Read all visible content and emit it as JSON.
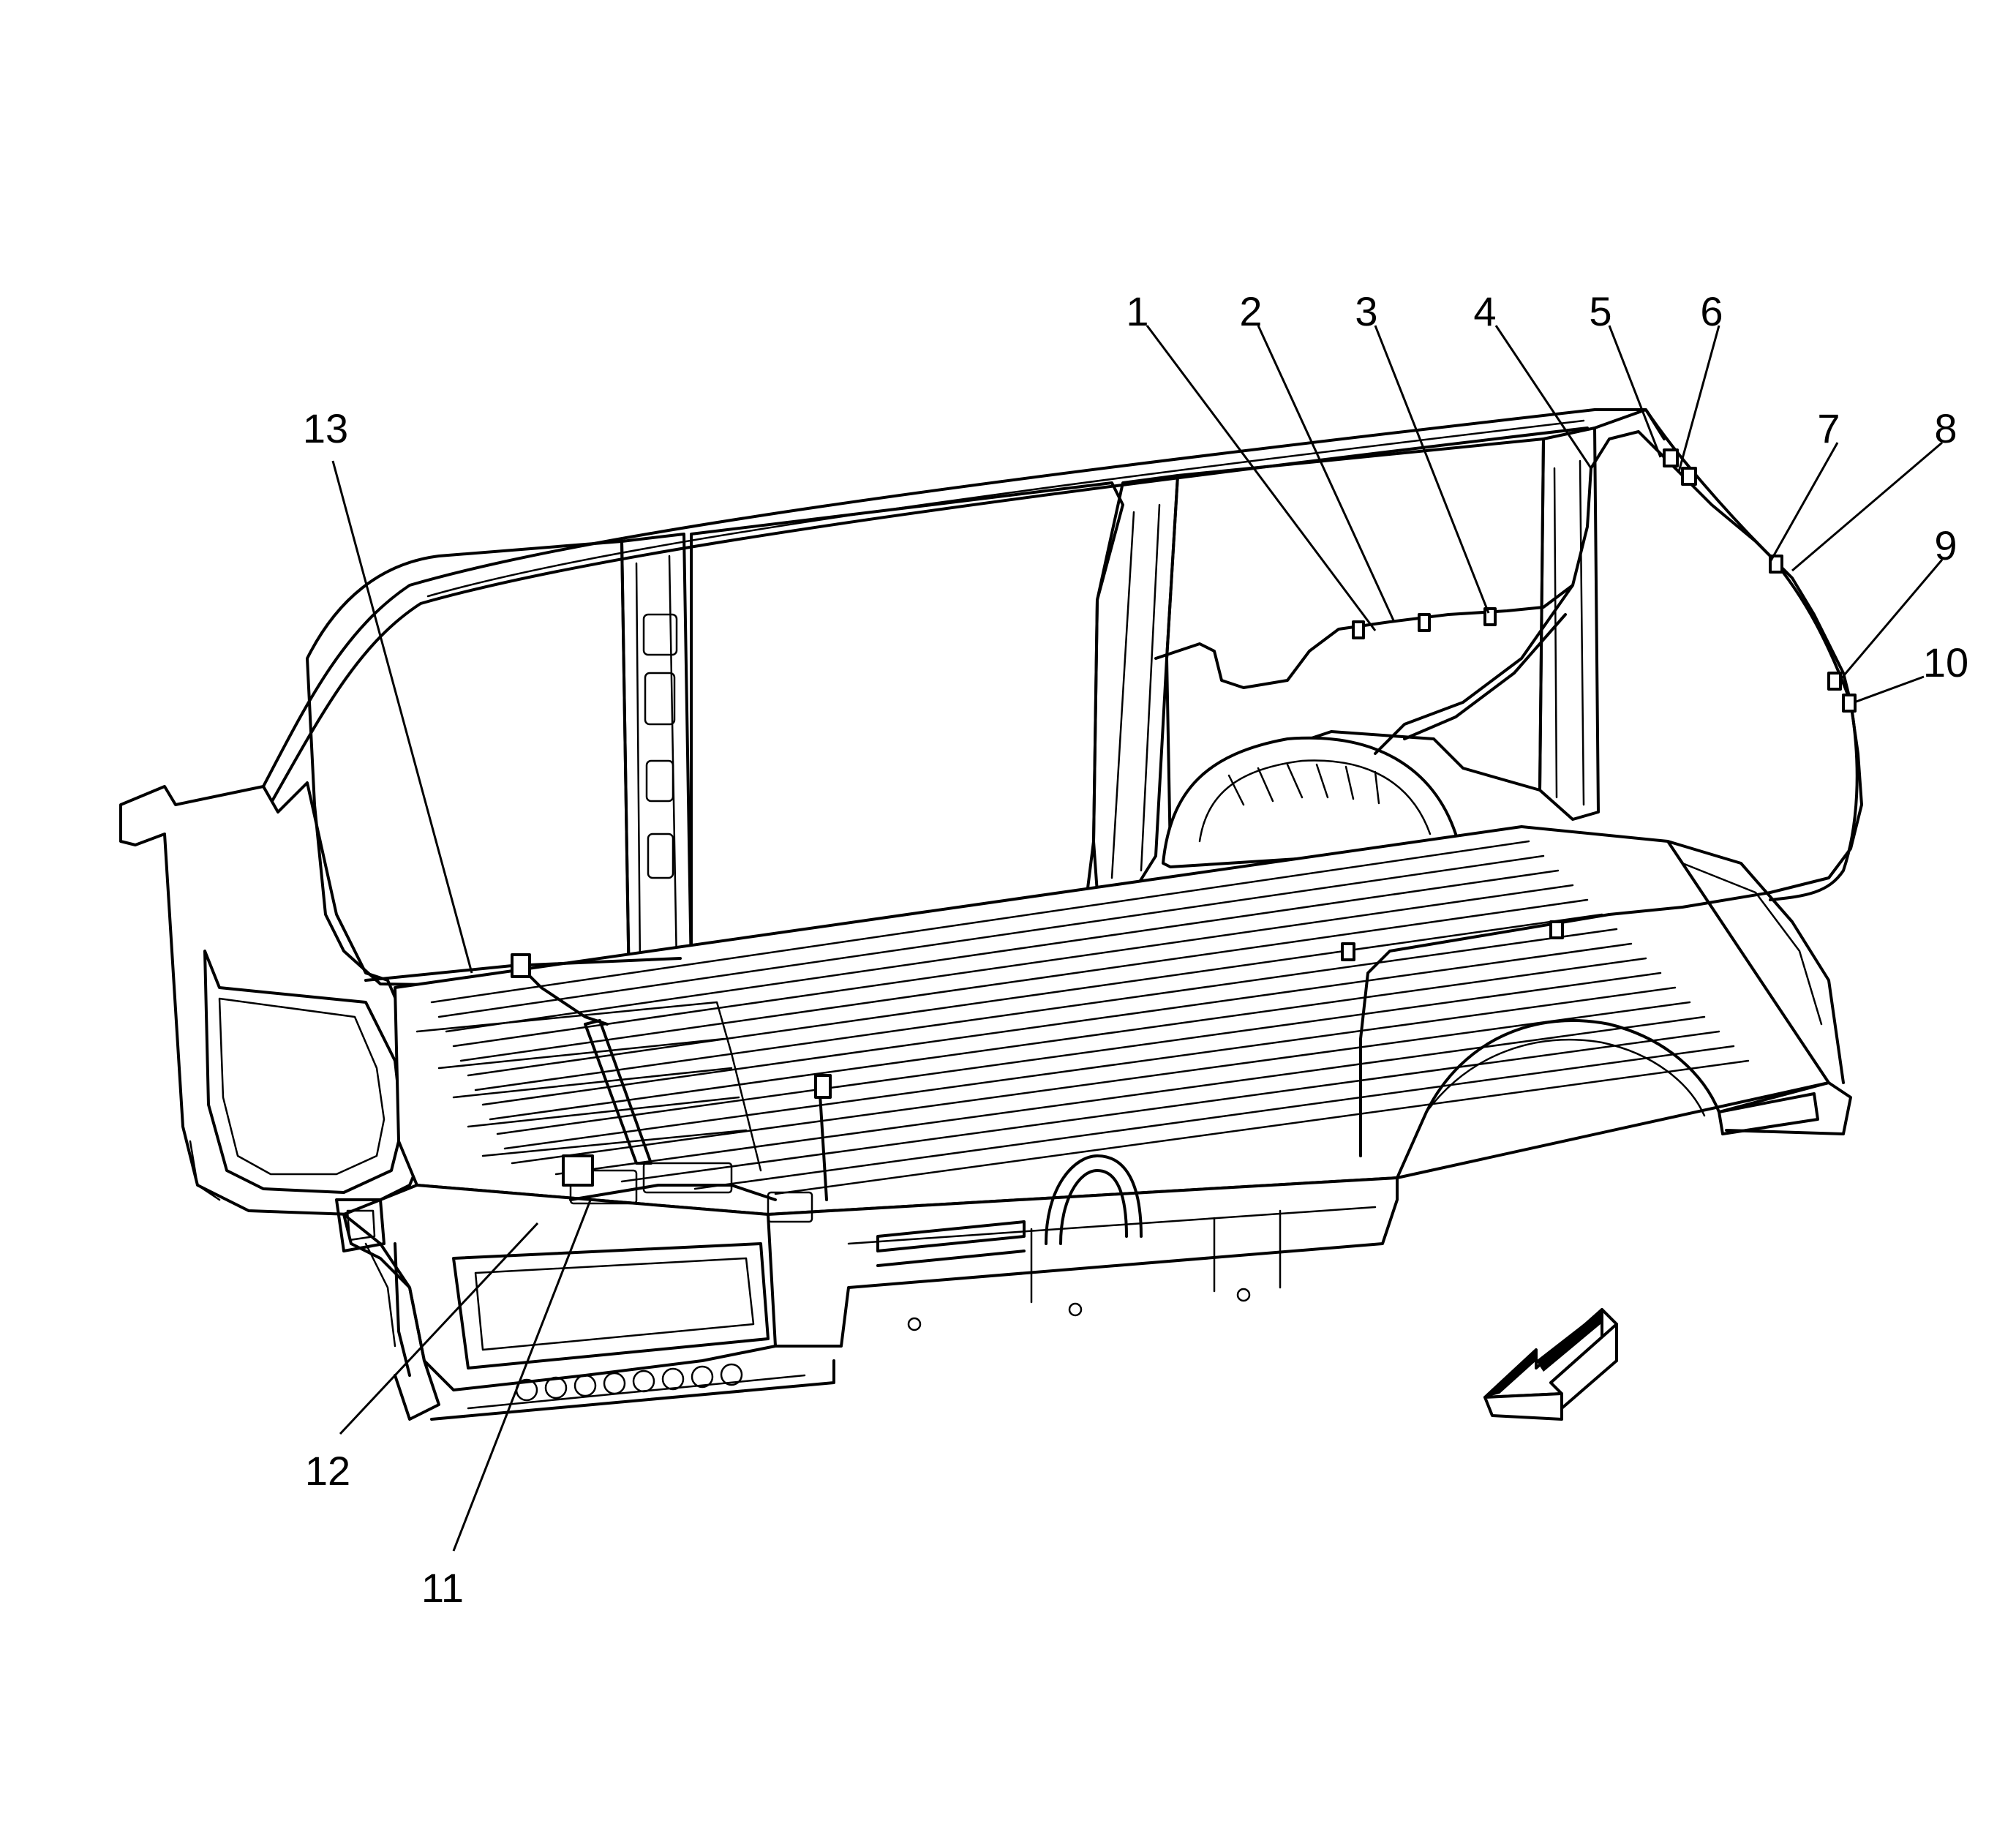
{
  "colors": {
    "ink": "#000000",
    "background": "#ffffff"
  },
  "callouts": [
    {
      "id": "1",
      "label": "1"
    },
    {
      "id": "2",
      "label": "2"
    },
    {
      "id": "3",
      "label": "3"
    },
    {
      "id": "4",
      "label": "4"
    },
    {
      "id": "5",
      "label": "5"
    },
    {
      "id": "6",
      "label": "6"
    },
    {
      "id": "7",
      "label": "7"
    },
    {
      "id": "8",
      "label": "8"
    },
    {
      "id": "9",
      "label": "9"
    },
    {
      "id": "10",
      "label": "10"
    },
    {
      "id": "11",
      "label": "11"
    },
    {
      "id": "12",
      "label": "12"
    },
    {
      "id": "13",
      "label": "13"
    }
  ],
  "icons": {
    "direction_arrow": "forward-arrow-icon"
  }
}
